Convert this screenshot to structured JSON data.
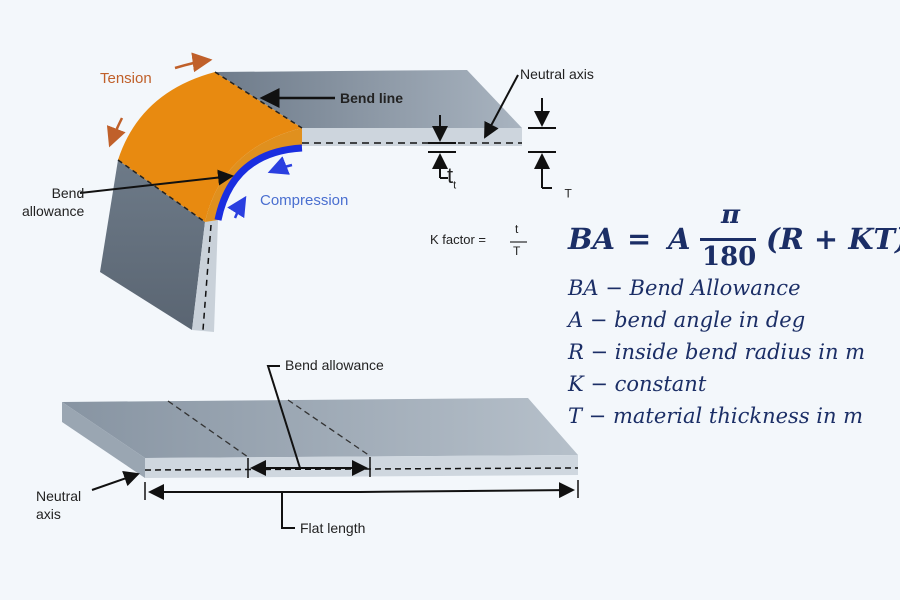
{
  "labels": {
    "tension": "Tension",
    "bend_line": "Bend line",
    "neutral_axis_top": "Neutral axis",
    "bend_allowance_top": "Bend\nallowance",
    "compression": "Compression",
    "t_small": "t",
    "t_sub": "t",
    "T_big": "T",
    "T_sub": "T",
    "k_factor": "K factor =",
    "k_num": "t",
    "k_den": "T",
    "bend_allowance_bottom": "Bend allowance",
    "neutral_axis_bottom": "Neutral\naxis",
    "flat_length": "Flat length"
  },
  "formula": {
    "lhs": "BA",
    "eq": "=",
    "a": "A",
    "num": "π",
    "den": "180",
    "rhs": "(R + KT)"
  },
  "definitions": [
    "BA − Bend Allowance",
    "A − bend angle in deg",
    "R − inside bend radius in m",
    "K − constant",
    "T − material thickness in m"
  ],
  "colors": {
    "tension": "#c0602a",
    "compression": "#4a6fd0",
    "formula": "#1b2e66",
    "orange": "#e88a10",
    "blue": "#1a2ee0"
  }
}
